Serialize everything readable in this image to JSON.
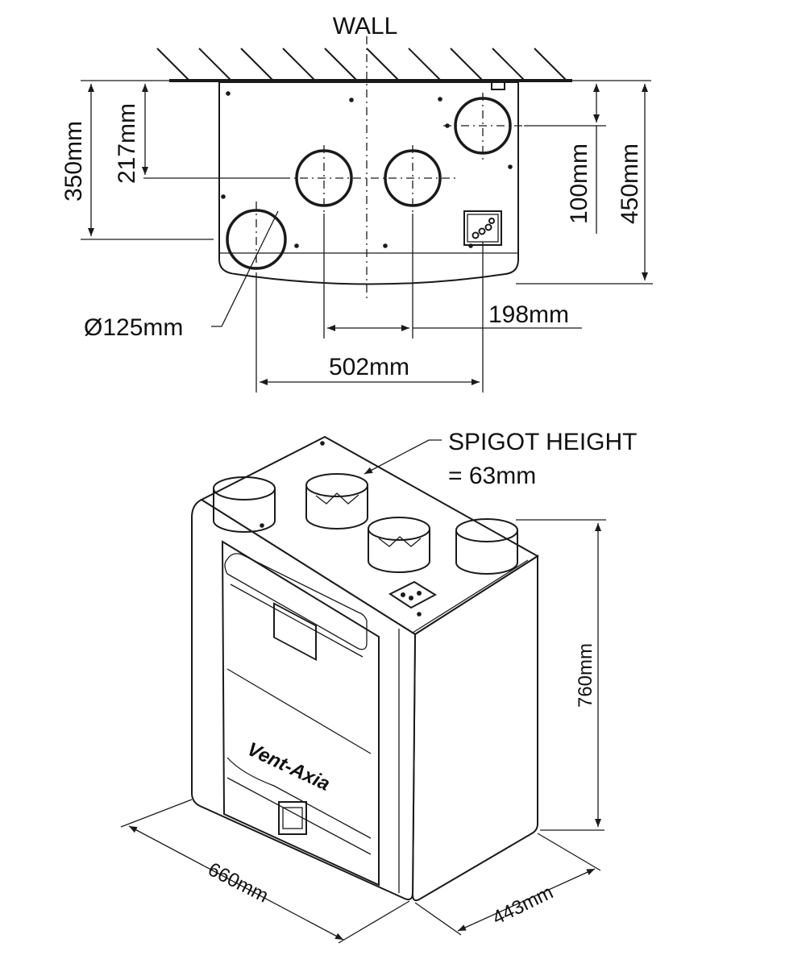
{
  "top_view": {
    "wall_label": "WALL",
    "dims": {
      "d350": "350mm",
      "d217": "217mm",
      "d100": "100mm",
      "d450": "450mm",
      "dia125": "Ø125mm",
      "d198": "198mm",
      "d502": "502mm"
    }
  },
  "iso_view": {
    "spigot_line1": "SPIGOT HEIGHT",
    "spigot_line2": "= 63mm",
    "brand": "Vent-Axia",
    "dims": {
      "d760": "760mm",
      "d660": "660mm",
      "d443": "443mm"
    }
  },
  "colors": {
    "line": "#1a1a1a",
    "background": "#ffffff"
  }
}
